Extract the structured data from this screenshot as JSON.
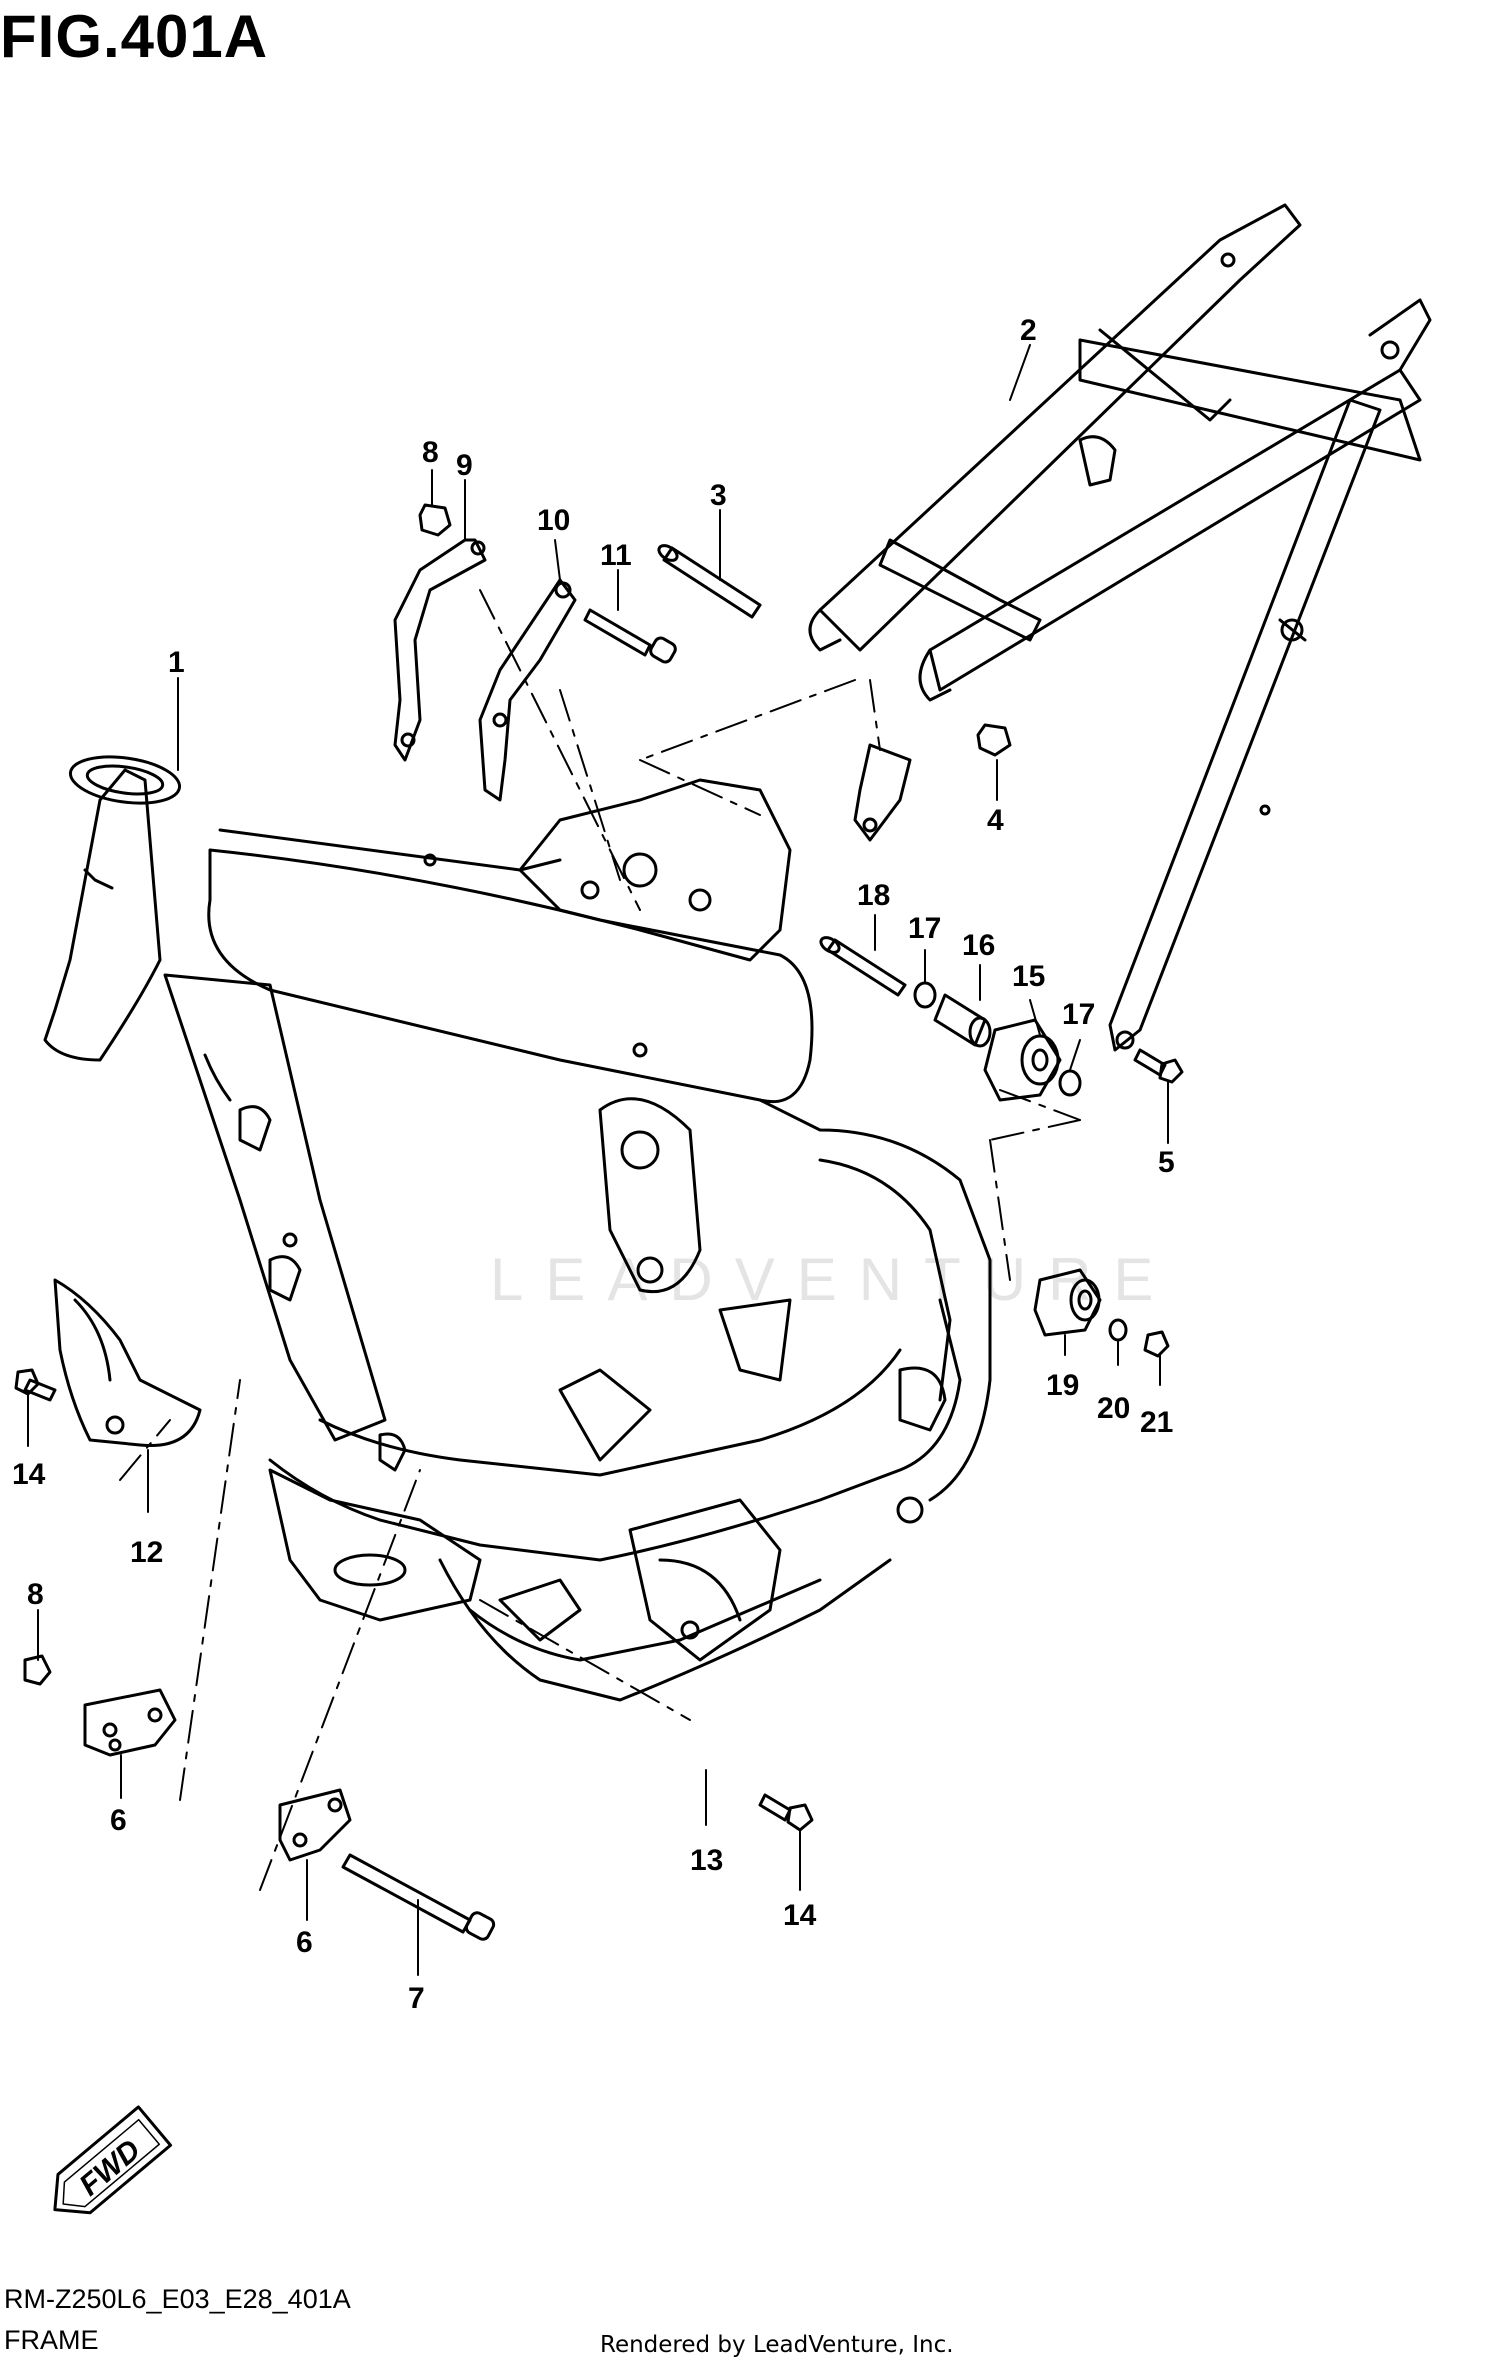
{
  "figure": {
    "title": "FIG.401A"
  },
  "watermark": {
    "text": "LEADVENTURE"
  },
  "callouts": {
    "c1": "1",
    "c2": "2",
    "c3": "3",
    "c4": "4",
    "c5": "5",
    "c6a": "6",
    "c6b": "6",
    "c7": "7",
    "c8a": "8",
    "c8b": "8",
    "c9": "9",
    "c10": "10",
    "c11": "11",
    "c12": "12",
    "c13": "13",
    "c14a": "14",
    "c14b": "14",
    "c15": "15",
    "c16": "16",
    "c17a": "17",
    "c17b": "17",
    "c18": "18",
    "c19": "19",
    "c20": "20",
    "c21": "21"
  },
  "fwd_badge": {
    "label": "FWD"
  },
  "footer": {
    "model_code": "RM-Z250L6_E03_E28_401A",
    "section_name": "FRAME",
    "credit": "Rendered by LeadVenture, Inc."
  }
}
